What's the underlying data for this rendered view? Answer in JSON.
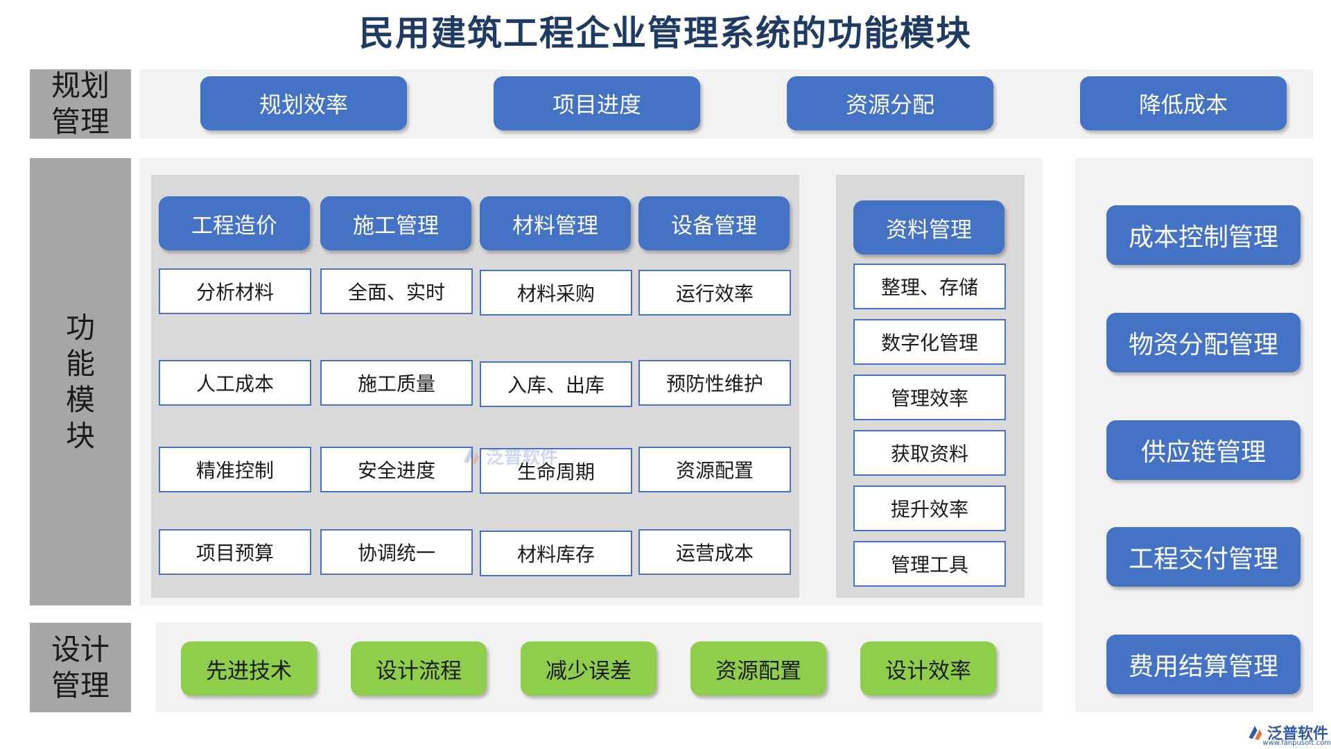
{
  "title": "民用建筑工程企业管理系统的功能模块",
  "colors": {
    "module_blue": "#4472c4",
    "design_green": "#8fce4a",
    "side_gray": "#a6a6a6",
    "title_navy": "#1f3b63"
  },
  "planning": {
    "label_lines": [
      "规划",
      "管理"
    ],
    "items": [
      "规划效率",
      "项目进度",
      "资源分配",
      "降低成本"
    ]
  },
  "function": {
    "label_lines": [
      "功",
      "能",
      "模",
      "块"
    ],
    "columns": [
      {
        "header": "工程造价",
        "items": [
          "分析材料",
          "人工成本",
          "精准控制",
          "项目预算"
        ]
      },
      {
        "header": "施工管理",
        "items": [
          "全面、实时",
          "施工质量",
          "安全进度",
          "协调统一"
        ]
      },
      {
        "header": "材料管理",
        "items": [
          "材料采购",
          "入库、出库",
          "生命周期",
          "材料库存"
        ]
      },
      {
        "header": "设备管理",
        "items": [
          "运行效率",
          "预防性维护",
          "资源配置",
          "运营成本"
        ]
      }
    ],
    "documents": {
      "header": "资料管理",
      "items": [
        "整理、存储",
        "数字化管理",
        "管理效率",
        "获取资料",
        "提升效率",
        "管理工具"
      ]
    },
    "watermark": "泛普软件"
  },
  "design": {
    "label_lines": [
      "设计",
      "管理"
    ],
    "items": [
      "先进技术",
      "设计流程",
      "减少误差",
      "资源配置",
      "设计效率"
    ]
  },
  "right_modules": [
    "成本控制管理",
    "物资分配管理",
    "供应链管理",
    "工程交付管理",
    "费用结算管理"
  ],
  "logo": {
    "name": "泛普软件",
    "url": "www.fanpusoft.com"
  }
}
